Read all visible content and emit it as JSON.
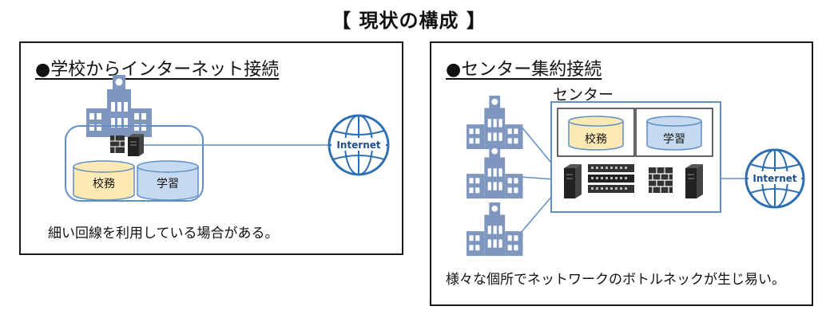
{
  "title": "【 現状の構成 】",
  "left_panel": {
    "heading": "●学校からインターネット接続",
    "db_admin": "校務",
    "db_learning": "学習",
    "internet": "Internet",
    "caption": "細い回線を利用している場合がある。"
  },
  "right_panel": {
    "heading": "●センター集約接続",
    "center_label": "センター",
    "db_admin": "校務",
    "db_learning": "学習",
    "internet": "Internet",
    "caption": "様々な個所でネットワークのボトルネックが生じ易い。"
  },
  "colors": {
    "building": "#7f97bf",
    "line": "#5f8fc7",
    "db_admin_fill": "#fde9b3",
    "db_learning_fill": "#c5daf0",
    "globe": "#2e6fb3"
  },
  "icons": [
    "school-building-icon",
    "firewall-icon",
    "server-icon",
    "network-switch-icon",
    "database-icon",
    "internet-globe-icon"
  ]
}
